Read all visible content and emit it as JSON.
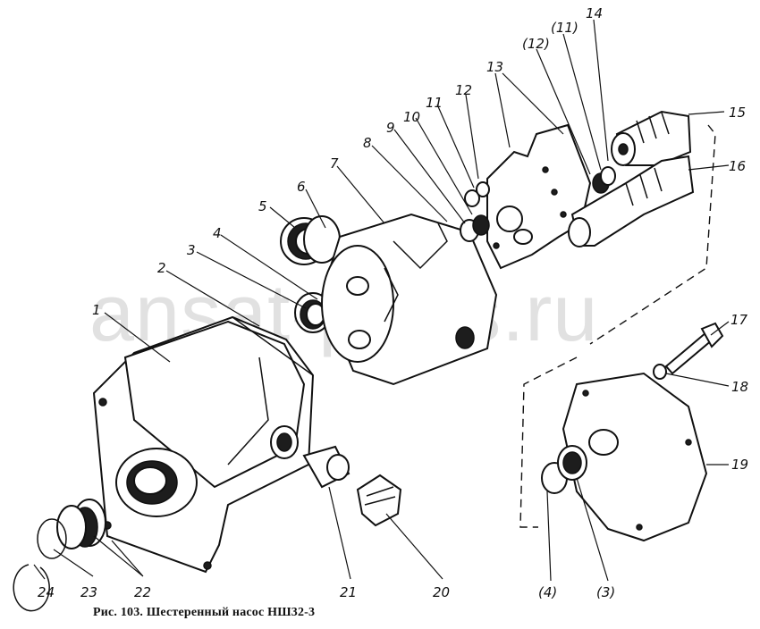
{
  "caption": "Рис. 103. Шестеренный насос НШ32-3",
  "watermark": "ansat-parts.ru",
  "corner_mark": "",
  "callouts": {
    "c1": "1",
    "c2": "2",
    "c3": "3",
    "c4": "4",
    "c5": "5",
    "c6": "6",
    "c7": "7",
    "c8": "8",
    "c9": "9",
    "c10": "10",
    "c11": "11",
    "c12": "12",
    "c13": "13",
    "c14": "14",
    "c15": "15",
    "c16": "16",
    "c17": "17",
    "c18": "18",
    "c19": "19",
    "c20": "20",
    "c21": "21",
    "c22": "22",
    "c23": "23",
    "c24": "24",
    "c11b": "(11)",
    "c12b": "(12)",
    "c4b": "(4)",
    "c3b": "(3)"
  }
}
